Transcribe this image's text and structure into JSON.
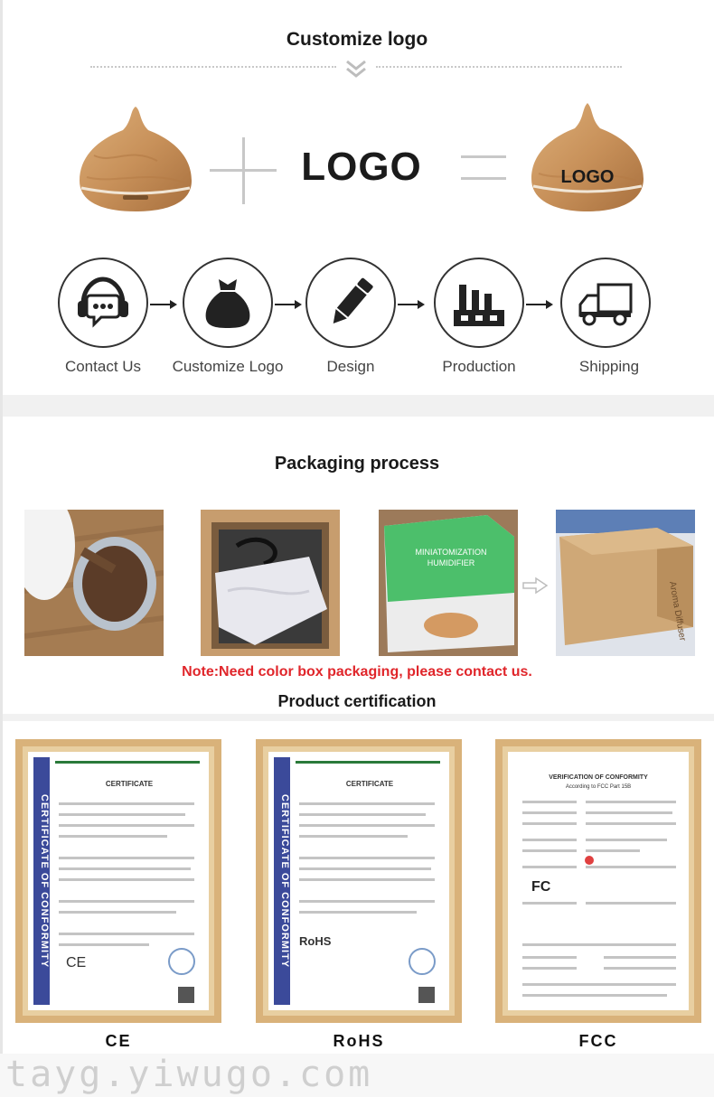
{
  "customize": {
    "title": "Customize logo",
    "logo_word": "LOGO",
    "logo_on_product": "LOGO"
  },
  "steps": [
    {
      "label": "Contact Us",
      "icon": "headset-chat-icon"
    },
    {
      "label": "Customize Logo",
      "icon": "money-bag-icon"
    },
    {
      "label": "Design",
      "icon": "pencil-icon"
    },
    {
      "label": "Production",
      "icon": "factory-icon"
    },
    {
      "label": "Shipping",
      "icon": "truck-icon"
    }
  ],
  "packaging": {
    "title": "Packaging process",
    "box_text": [
      "MINIATOMIZATION",
      "HUMIDIFIER"
    ],
    "note": "Note:Need color box packaging, please contact us."
  },
  "certification": {
    "title": "Product certification",
    "certificates": [
      {
        "label": "CE",
        "side_text": "CERTIFICATE OF CONFORMITY",
        "heading": "CERTIFICATE"
      },
      {
        "label": "RoHS",
        "side_text": "CERTIFICATE OF CONFORMITY",
        "heading": "CERTIFICATE",
        "mark": "RoHS"
      },
      {
        "label": "FCC",
        "heading": "VERIFICATION OF CONFORMITY",
        "subheading": "According to FCC Part 15B"
      }
    ]
  },
  "watermark": "tayg.yiwugo.com",
  "colors": {
    "wood": "#c8915a",
    "note_red": "#e0262b",
    "frame": "#d9b27a",
    "cert_blue": "#3b4a9a"
  }
}
